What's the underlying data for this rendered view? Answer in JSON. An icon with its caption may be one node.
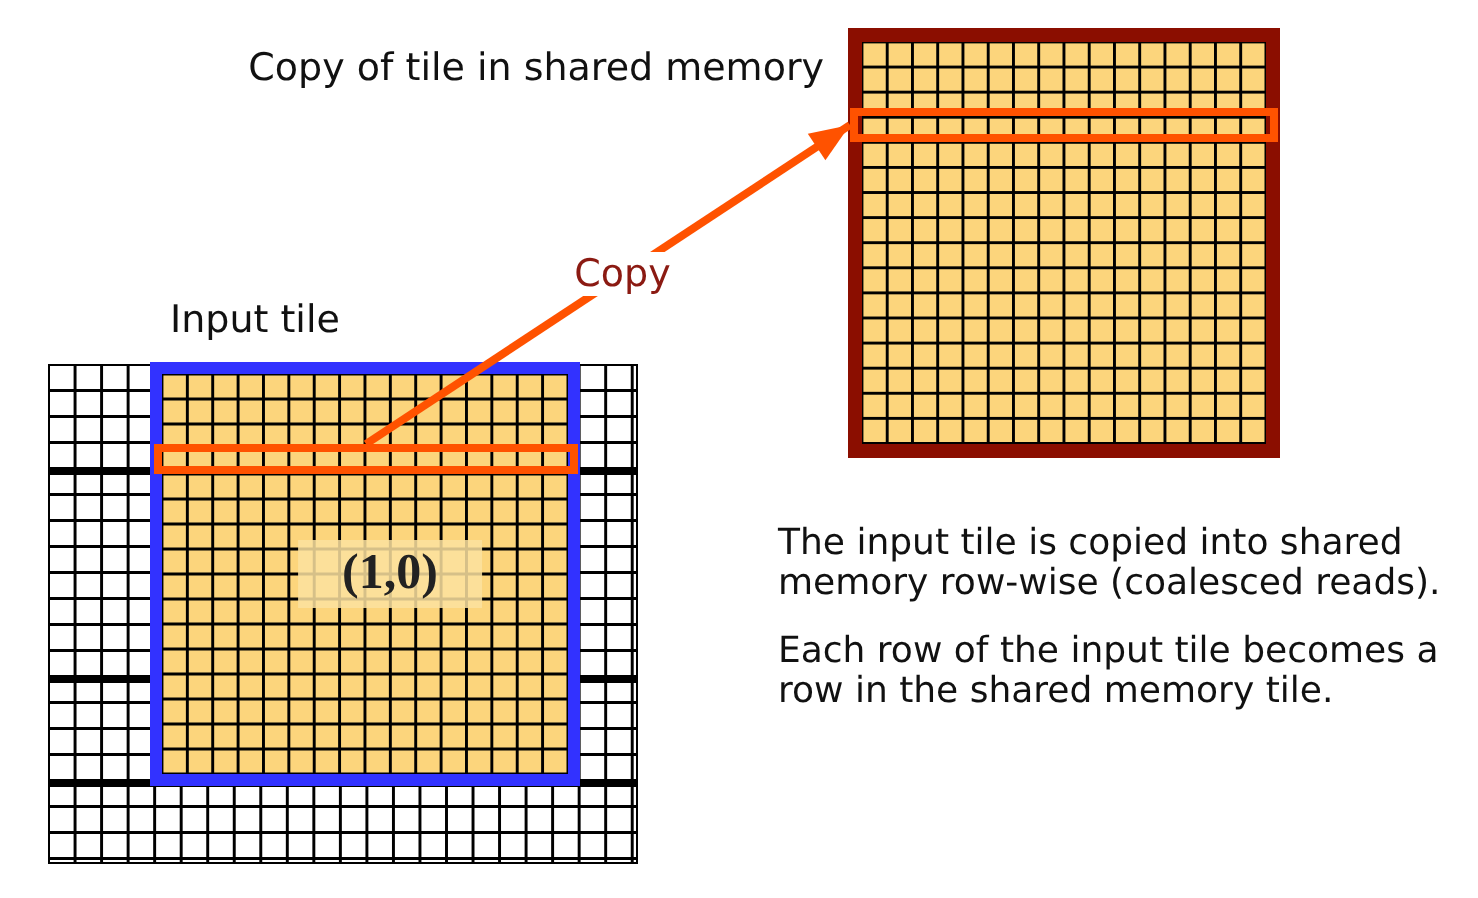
{
  "diagram": {
    "nodes": [
      {
        "text": [
          "Input tile",
          "(1,0)"
        ]
      },
      {
        "text": [],
        "shape": "bar",
        "in": 0
      },
      {
        "text": [
          "Copy of tile in shared memory"
        ]
      },
      {
        "text": [],
        "shape": "bar",
        "in": 2
      }
    ],
    "edges": [
      {
        "from": 1,
        "to": 3,
        "arrow": "to",
        "label": "Copy"
      }
    ],
    "labels": [
      "The input tile is copied into shared memory row-wise (coalesced reads).",
      "Each row of the input tile becomes a row in the shared memory tile."
    ]
  }
}
